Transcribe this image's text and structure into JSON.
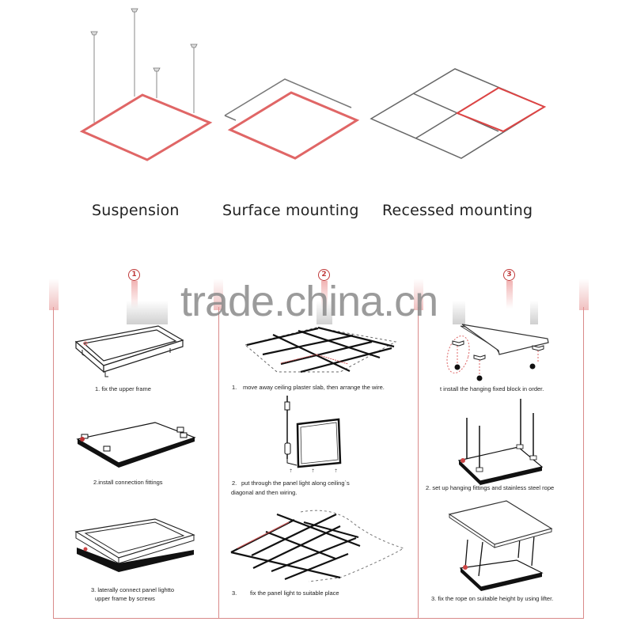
{
  "mounting_types": [
    {
      "label": "Suspension"
    },
    {
      "label": "Surface mounting"
    },
    {
      "label": "Recessed mounting"
    }
  ],
  "watermark": "trade.china.cn",
  "columns": [
    {
      "step_marker": "1",
      "steps": [
        {
          "caption": "1. fix the upper frame"
        },
        {
          "caption": "2.install connection fittings"
        },
        {
          "caption_lines": [
            "3. laterally connect panel lightto",
            "upper frame by screws"
          ]
        }
      ]
    },
    {
      "step_marker": "2",
      "steps": [
        {
          "number": "1.",
          "caption": "move away ceiling plaster slab, then arrange the wire."
        },
        {
          "number": "2.",
          "caption_lines": [
            "put through the panel light along ceiling`s",
            "diagonal and then wiring."
          ]
        },
        {
          "number": "3.",
          "caption": "fix the panel light to suitable place"
        }
      ]
    },
    {
      "step_marker": "3",
      "steps": [
        {
          "caption": "t install the hanging fixed block in order."
        },
        {
          "caption": "2. set up hanging fittings and stainless steel rope"
        },
        {
          "caption": "3. fix the rope on suitable height by using lifter."
        }
      ]
    }
  ],
  "colors": {
    "accent_red": "#e06666",
    "frame_pink": "#d98a8a",
    "line_gray": "#777777"
  }
}
